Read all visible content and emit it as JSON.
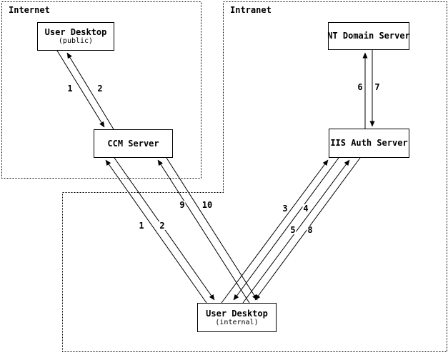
{
  "diagram": {
    "zones": {
      "internet": {
        "label": "Internet"
      },
      "intranet": {
        "label": "Intranet"
      }
    },
    "nodes": {
      "user_desktop_public": {
        "title": "User Desktop",
        "subtitle": "(public)"
      },
      "ccm_server": {
        "title": "CCM Server"
      },
      "nt_domain_server": {
        "title": "NT Domain Server"
      },
      "iis_auth_server": {
        "title": "IIS Auth Server"
      },
      "user_desktop_internal": {
        "title": "User Desktop",
        "subtitle": "(internal)"
      }
    },
    "flows": {
      "pub_1": {
        "label": "1",
        "from": "user_desktop_public",
        "to": "ccm_server"
      },
      "pub_2": {
        "label": "2",
        "from": "ccm_server",
        "to": "user_desktop_public"
      },
      "int_1": {
        "label": "1",
        "from": "user_desktop_internal",
        "to": "ccm_server"
      },
      "int_2": {
        "label": "2",
        "from": "ccm_server",
        "to": "user_desktop_internal"
      },
      "f3": {
        "label": "3",
        "from": "user_desktop_internal",
        "to": "iis_auth_server"
      },
      "f4": {
        "label": "4",
        "from": "iis_auth_server",
        "to": "user_desktop_internal"
      },
      "f5": {
        "label": "5",
        "from": "user_desktop_internal",
        "to": "iis_auth_server"
      },
      "f6": {
        "label": "6",
        "from": "iis_auth_server",
        "to": "nt_domain_server"
      },
      "f7": {
        "label": "7",
        "from": "nt_domain_server",
        "to": "iis_auth_server"
      },
      "f8": {
        "label": "8",
        "from": "iis_auth_server",
        "to": "user_desktop_internal"
      },
      "f9": {
        "label": "9",
        "from": "user_desktop_internal",
        "to": "ccm_server"
      },
      "f10": {
        "label": "10",
        "from": "ccm_server",
        "to": "user_desktop_internal"
      }
    },
    "colors": {
      "line": "#000000",
      "background": "#ffffff"
    }
  }
}
